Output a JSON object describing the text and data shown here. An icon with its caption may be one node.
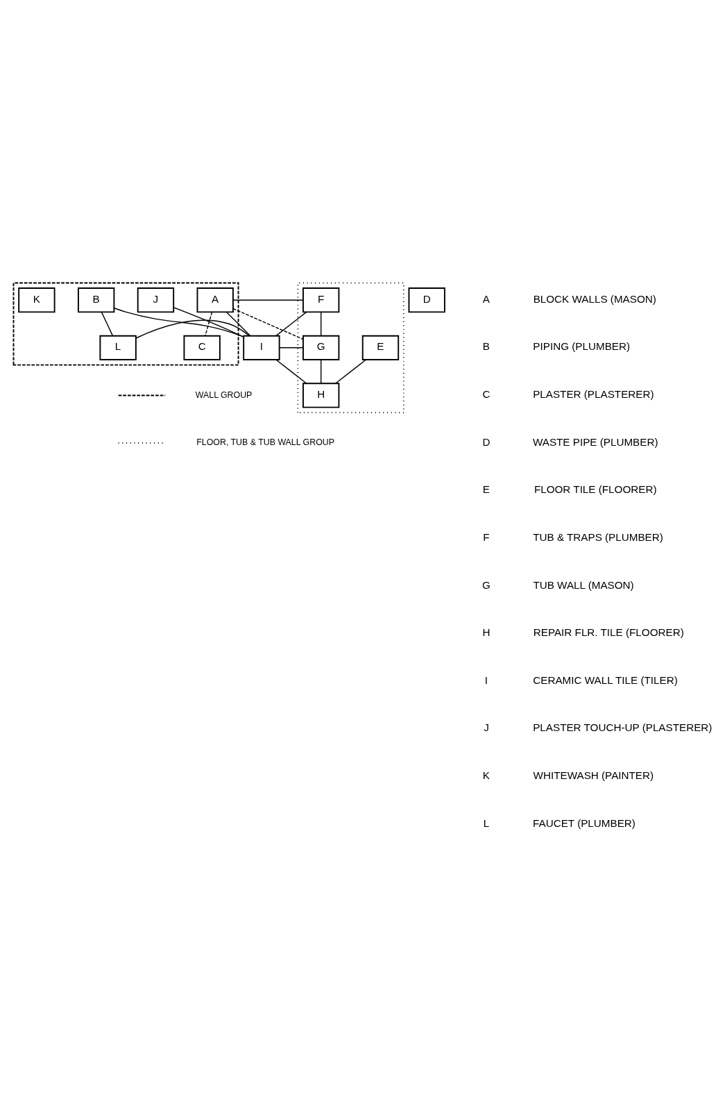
{
  "diagram": {
    "nodes": [
      {
        "text": [],
        "shape": "box"
      },
      {
        "text": [],
        "shape": "box"
      },
      {
        "text": [
          "A"
        ],
        "in": 0
      },
      {
        "text": [
          "B"
        ],
        "in": 0
      },
      {
        "text": [
          "C"
        ],
        "in": 0
      },
      {
        "text": [
          "D"
        ]
      },
      {
        "text": [
          "E"
        ],
        "in": 1
      },
      {
        "text": [
          "F"
        ],
        "in": 1
      },
      {
        "text": [
          "G"
        ],
        "in": 1
      },
      {
        "text": [
          "H"
        ],
        "in": 1
      },
      {
        "text": [
          "I"
        ]
      },
      {
        "text": [
          "J"
        ],
        "in": 0
      },
      {
        "text": [
          "K"
        ],
        "in": 0
      },
      {
        "text": [
          "L"
        ],
        "in": 0
      }
    ],
    "edges": [
      {
        "from": 2,
        "to": 4,
        "arrow": "none",
        "style": "dashed"
      },
      {
        "from": 2,
        "to": 7,
        "arrow": "none"
      },
      {
        "from": 2,
        "to": 8,
        "arrow": "none",
        "style": "dashed"
      },
      {
        "from": 2,
        "to": 10,
        "arrow": "none"
      },
      {
        "from": 3,
        "to": 10,
        "arrow": "none"
      },
      {
        "from": 3,
        "to": 13,
        "arrow": "none"
      },
      {
        "from": 6,
        "to": 9,
        "arrow": "none"
      },
      {
        "from": 7,
        "to": 8,
        "arrow": "none"
      },
      {
        "from": 7,
        "to": 10,
        "arrow": "none"
      },
      {
        "from": 8,
        "to": 9,
        "arrow": "none"
      },
      {
        "from": 8,
        "to": 10,
        "arrow": "none"
      },
      {
        "from": 9,
        "to": 10,
        "arrow": "none"
      },
      {
        "from": 10,
        "to": 11,
        "arrow": "none"
      },
      {
        "from": 10,
        "to": 13,
        "arrow": "none"
      }
    ],
    "labels": [
      "A",
      "BLOCK WALLS (MASON)",
      "B",
      "PIPING (PLUMBER)",
      "C",
      "PLASTER (PLASTERER)",
      "D",
      "WASTE PIPE (PLUMBER)",
      "E",
      "FLOOR TILE (FLOORER)",
      "F",
      "TUB & TRAPS (PLUMBER)",
      "G",
      "TUB WALL (MASON)",
      "H",
      "REPAIR FLR. TILE (FLOORER)",
      "I",
      "CERAMIC WALL TILE (TILER)",
      "J",
      "PLASTER TOUCH-UP (PLASTERER)",
      "K",
      "WHITEWASH (PAINTER)",
      "L",
      "FAUCET (PLUMBER)"
    ],
    "legend": [
      {
        "text": "WALL GROUP"
      },
      {
        "text": "FLOOR, TUB & TUB WALL GROUP"
      }
    ]
  }
}
